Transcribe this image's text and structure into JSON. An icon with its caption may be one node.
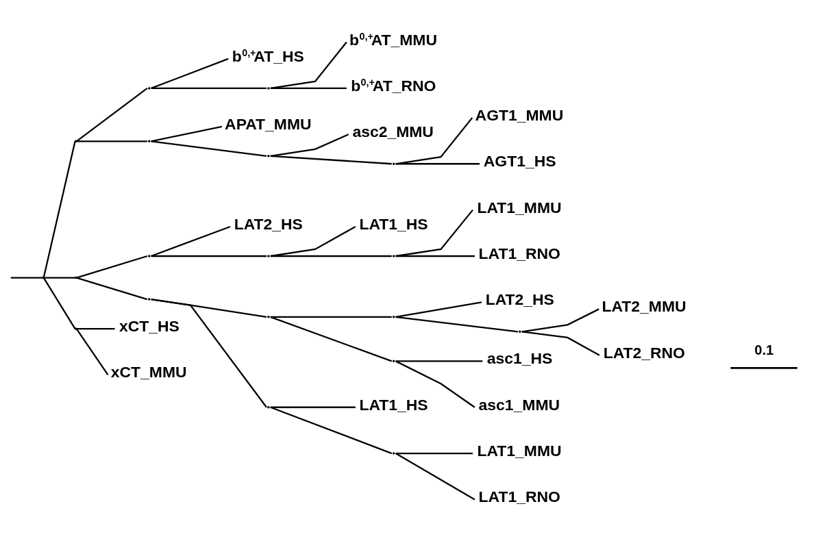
{
  "diagram": {
    "nodes": [
      {
        "text": [
          "b$^{0,+}$AT_HS"
        ]
      },
      {
        "text": [
          "b$^{0,+}$AT_MMU"
        ]
      },
      {
        "text": [
          "b$^{0,+}$AT_RNO"
        ]
      },
      {
        "text": [
          "APAT_MMU"
        ]
      },
      {
        "text": [
          "asc2_MMU"
        ]
      },
      {
        "text": [
          "AGT1_MMU"
        ]
      },
      {
        "text": [
          "AGT1_HS"
        ]
      },
      {
        "text": [
          "LAT2_HS"
        ]
      },
      {
        "text": [
          "LAT1_HS"
        ]
      },
      {
        "text": [
          "LAT1_MMU"
        ]
      },
      {
        "text": [
          "LAT1_RNO"
        ]
      },
      {
        "text": [
          "LAT2_HS"
        ]
      },
      {
        "text": [
          "LAT2_MMU"
        ]
      },
      {
        "text": [
          "LAT2_RNO"
        ]
      },
      {
        "text": [
          "asc1_HS"
        ]
      },
      {
        "text": [
          "asc1_MMU"
        ]
      },
      {
        "text": [
          "LAT1_HS"
        ]
      },
      {
        "text": [
          "LAT1_MMU"
        ]
      },
      {
        "text": [
          "LAT1_RNO"
        ]
      },
      {
        "text": [
          "xCT_HS"
        ]
      },
      {
        "text": [
          "xCT_MMU"
        ]
      },
      {
        "text": [],
        "shape": "point"
      },
      {
        "text": [],
        "shape": "point"
      },
      {
        "text": [],
        "shape": "point"
      },
      {
        "text": [],
        "shape": "point"
      },
      {
        "text": [],
        "shape": "point"
      },
      {
        "text": [],
        "shape": "point"
      },
      {
        "text": [],
        "shape": "point"
      },
      {
        "text": [],
        "shape": "point"
      },
      {
        "text": [],
        "shape": "point"
      },
      {
        "text": [],
        "shape": "point"
      },
      {
        "text": [],
        "shape": "point"
      },
      {
        "text": [],
        "shape": "point"
      },
      {
        "text": [],
        "shape": "point"
      },
      {
        "text": [],
        "shape": "point"
      },
      {
        "text": [],
        "shape": "point"
      },
      {
        "text": [],
        "shape": "point"
      },
      {
        "text": [],
        "shape": "point"
      },
      {
        "text": [],
        "shape": "point"
      },
      {
        "text": [],
        "shape": "point"
      }
    ],
    "edges": [
      {
        "from": null,
        "to": 21,
        "arrow": "none"
      },
      {
        "from": 21,
        "to": 22,
        "arrow": "none"
      },
      {
        "from": 21,
        "to": 28,
        "arrow": "none"
      },
      {
        "from": 21,
        "to": 39,
        "arrow": "none"
      },
      {
        "from": 22,
        "to": 23,
        "arrow": "none"
      },
      {
        "from": 22,
        "to": 25,
        "arrow": "none"
      },
      {
        "from": 23,
        "to": 0,
        "arrow": "none"
      },
      {
        "from": 23,
        "to": 24,
        "arrow": "none"
      },
      {
        "from": 24,
        "to": 1,
        "arrow": "none"
      },
      {
        "from": 24,
        "to": 2,
        "arrow": "none"
      },
      {
        "from": 25,
        "to": 3,
        "arrow": "none"
      },
      {
        "from": 25,
        "to": 26,
        "arrow": "none"
      },
      {
        "from": 26,
        "to": 4,
        "arrow": "none"
      },
      {
        "from": 26,
        "to": 27,
        "arrow": "none"
      },
      {
        "from": 27,
        "to": 5,
        "arrow": "none"
      },
      {
        "from": 27,
        "to": 6,
        "arrow": "none"
      },
      {
        "from": 28,
        "to": 29,
        "arrow": "none"
      },
      {
        "from": 28,
        "to": 32,
        "arrow": "none"
      },
      {
        "from": 29,
        "to": 7,
        "arrow": "none"
      },
      {
        "from": 29,
        "to": 30,
        "arrow": "none"
      },
      {
        "from": 30,
        "to": 8,
        "arrow": "none"
      },
      {
        "from": 30,
        "to": 31,
        "arrow": "none"
      },
      {
        "from": 31,
        "to": 9,
        "arrow": "none"
      },
      {
        "from": 31,
        "to": 10,
        "arrow": "none"
      },
      {
        "from": 32,
        "to": 33,
        "arrow": "none"
      },
      {
        "from": 32,
        "to": 37,
        "arrow": "none"
      },
      {
        "from": 33,
        "to": 34,
        "arrow": "none"
      },
      {
        "from": 33,
        "to": 36,
        "arrow": "none"
      },
      {
        "from": 34,
        "to": 11,
        "arrow": "none"
      },
      {
        "from": 34,
        "to": 35,
        "arrow": "none"
      },
      {
        "from": 35,
        "to": 12,
        "arrow": "none"
      },
      {
        "from": 35,
        "to": 13,
        "arrow": "none"
      },
      {
        "from": 36,
        "to": 14,
        "arrow": "none"
      },
      {
        "from": 36,
        "to": 15,
        "arrow": "none"
      },
      {
        "from": 37,
        "to": 16,
        "arrow": "none"
      },
      {
        "from": 37,
        "to": 38,
        "arrow": "none"
      },
      {
        "from": 38,
        "to": 17,
        "arrow": "none"
      },
      {
        "from": 38,
        "to": 18,
        "arrow": "none"
      },
      {
        "from": 39,
        "to": 19,
        "arrow": "none"
      },
      {
        "from": 39,
        "to": 20,
        "arrow": "none"
      }
    ],
    "labels": [
      "0.1"
    ]
  }
}
